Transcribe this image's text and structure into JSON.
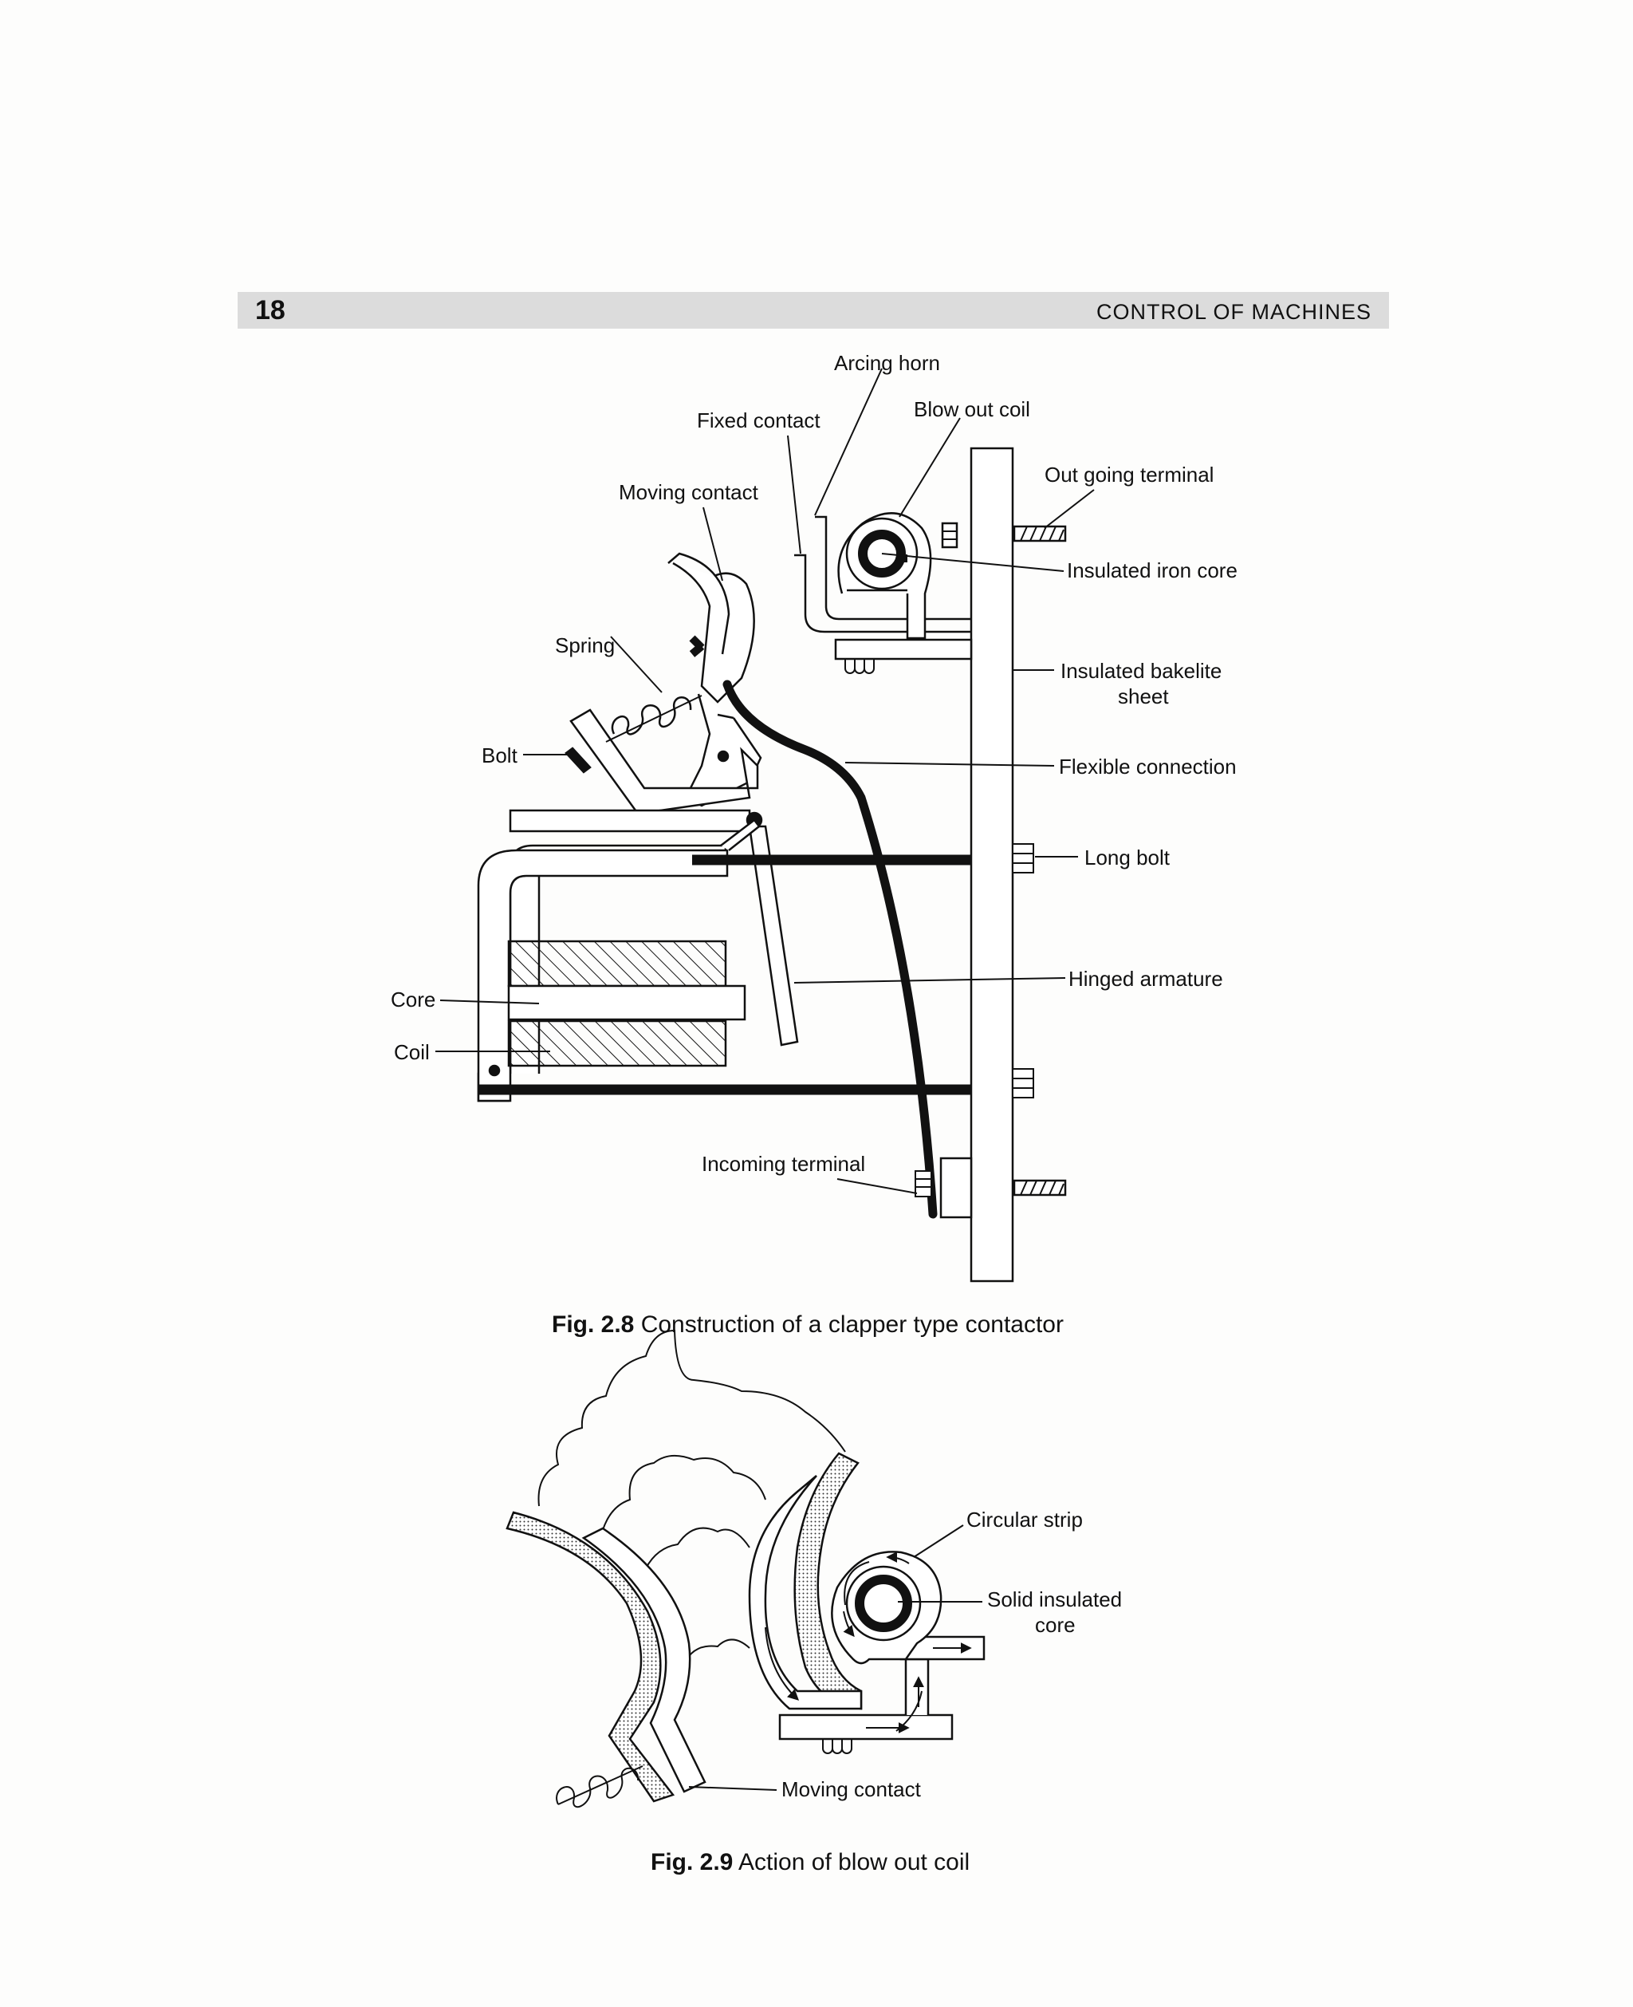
{
  "header": {
    "page_number": "18",
    "running_title": "CONTROL OF MACHINES"
  },
  "fig28": {
    "labels": {
      "arcing_horn": "Arcing horn",
      "blow_out_coil": "Blow out coil",
      "fixed_contact": "Fixed contact",
      "moving_contact": "Moving contact",
      "out_going_terminal": "Out going terminal",
      "insulated_iron_core": "Insulated iron core",
      "spring": "Spring",
      "insulated_bakelite_sheet_1": "Insulated bakelite",
      "insulated_bakelite_sheet_2": "sheet",
      "bolt": "Bolt",
      "flexible_connection": "Flexible connection",
      "long_bolt": "Long bolt",
      "hinged_armature": "Hinged armature",
      "core": "Core",
      "coil": "Coil",
      "incoming_terminal": "Incoming terminal"
    },
    "caption_number": "Fig. 2.8",
    "caption_text": " Construction of a clapper type contactor"
  },
  "fig29": {
    "labels": {
      "circular_strip": "Circular strip",
      "solid_insulated_core_1": "Solid insulated",
      "solid_insulated_core_2": "core",
      "moving_contact": "Moving contact"
    },
    "caption_number": "Fig. 2.9",
    "caption_text": " Action of blow out coil"
  }
}
